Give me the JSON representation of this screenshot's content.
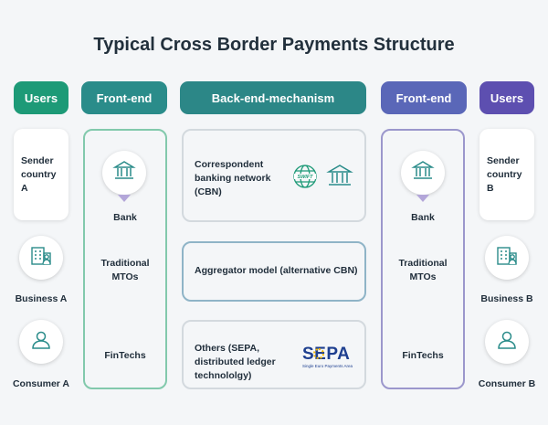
{
  "title": "Typical Cross Border Payments Structure",
  "headers": {
    "users_left": "Users",
    "frontend_left": "Front-end",
    "backend": "Back-end-mechanism",
    "frontend_right": "Front-end",
    "users_right": "Users"
  },
  "left_users": {
    "sender": "Sender country A",
    "business": "Business A",
    "consumer": "Consumer A"
  },
  "right_users": {
    "sender": "Sender country B",
    "business": "Business B",
    "consumer": "Consumer B"
  },
  "frontend_left": {
    "bank": "Bank",
    "mtos": "Traditional MTOs",
    "fintechs": "FinTechs"
  },
  "frontend_right": {
    "bank": "Bank",
    "mtos": "Traditional MTOs",
    "fintechs": "FinTechs"
  },
  "backend": {
    "cbn": "Correspondent banking network (CBN)",
    "swift_logo": "SWIFT",
    "aggregator": "Aggregator model (alternative CBN)",
    "others": "Others (SEPA, distributed ledger technololgy)",
    "sepa_logo": "SEPA",
    "sepa_sub": "Single Euro Payments Area"
  },
  "colors": {
    "green": "#1d9a77",
    "teal": "#2a8c8a",
    "blue": "#5a67b8",
    "purple": "#5d4fb0",
    "frame_left": "#82c9ac",
    "frame_right": "#9b97cc",
    "frame_mid": "#8fb4c7"
  },
  "icons": {
    "bank": "bank-icon",
    "swift": "swift-globe-icon",
    "business": "building-icon",
    "consumer": "person-icon"
  }
}
